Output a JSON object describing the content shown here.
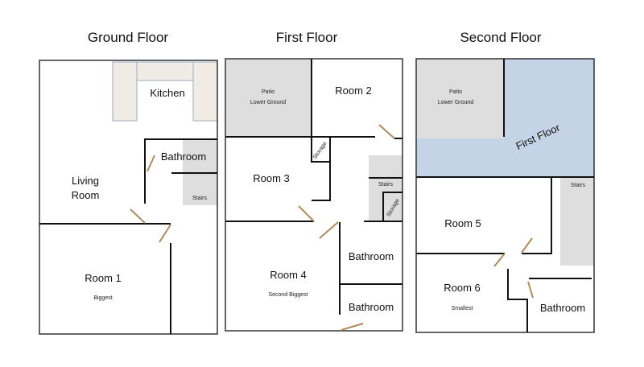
{
  "floors": [
    {
      "title": "Ground Floor",
      "rooms": {
        "kitchen": "Kitchen",
        "bathroom": "Bathroom",
        "stairs": "Stairs",
        "living_1": "Living",
        "living_2": "Room",
        "room1": "Room 1",
        "room1_note": "Biggest"
      }
    },
    {
      "title": "First Floor",
      "rooms": {
        "patio_1": "Patio",
        "patio_2": "Lower Ground",
        "room2": "Room 2",
        "storage_a": "Storage",
        "room3": "Room 3",
        "stairs": "Stairs",
        "storage_b": "Storage",
        "bathroom_a": "Bathroom",
        "room4": "Room 4",
        "room4_note": "Second Biggest",
        "bathroom_b": "Bathroom"
      }
    },
    {
      "title": "Second Floor",
      "rooms": {
        "patio_1": "Patio",
        "patio_2": "Lower Ground",
        "first_floor": "First Floor",
        "stairs": "Stairs",
        "room5": "Room 5",
        "room6": "Room 6",
        "room6_note": "Smallest",
        "bathroom": "Bathroom"
      }
    }
  ],
  "colors": {
    "wall": "#111111",
    "door": "#b08a5a",
    "gray_area": "#dedede",
    "first_floor_overlay": "#c4d3e5",
    "counter": "#f1ebe5"
  }
}
